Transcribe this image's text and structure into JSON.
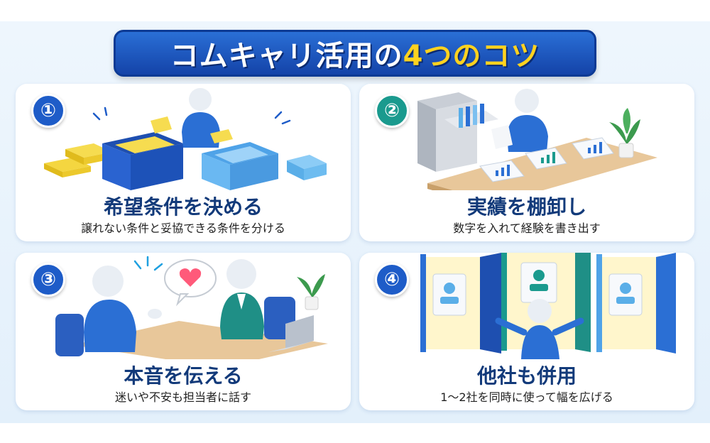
{
  "title": {
    "main": "コムキャリ活用の",
    "accent": "4つのコツ"
  },
  "colors": {
    "banner": "#1f5bc4",
    "accent_yellow": "#ffd21f",
    "badge_blue": "#1e5cc8",
    "badge_teal": "#1a9a8e",
    "title_navy": "#123a7a"
  },
  "cards": [
    {
      "badge": "①",
      "title": "希望条件を決める",
      "subtitle": "譲れない条件と妥協できる条件を分ける",
      "badge_color": "#1e5cc8"
    },
    {
      "badge": "②",
      "title": "実績を棚卸し",
      "subtitle": "数字を入れて経験を書き出す",
      "badge_color": "#1a9a8e"
    },
    {
      "badge": "③",
      "title": "本音を伝える",
      "subtitle": "迷いや不安も担当者に話す",
      "badge_color": "#1e5cc8"
    },
    {
      "badge": "④",
      "title": "他社も併用",
      "subtitle": "1〜2社を同時に使って幅を広げる",
      "badge_color": "#1e5cc8"
    }
  ]
}
